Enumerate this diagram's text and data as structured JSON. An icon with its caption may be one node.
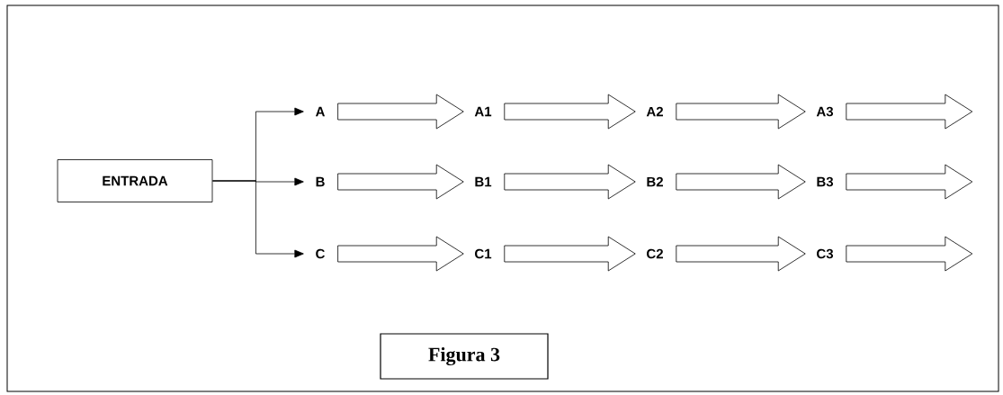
{
  "diagram": {
    "nodes": [
      {
        "text": [
          "ENTRADA"
        ]
      },
      {
        "text": [
          "A"
        ]
      },
      {
        "text": [
          "A1"
        ]
      },
      {
        "text": [
          "A2"
        ]
      },
      {
        "text": [
          "A3"
        ]
      },
      {
        "text": [
          "B"
        ]
      },
      {
        "text": [
          "B1"
        ]
      },
      {
        "text": [
          "B2"
        ]
      },
      {
        "text": [
          "B3"
        ]
      },
      {
        "text": [
          "C"
        ]
      },
      {
        "text": [
          "C1"
        ]
      },
      {
        "text": [
          "C2"
        ]
      },
      {
        "text": [
          "C3"
        ]
      },
      {
        "text": [
          "Figura 3"
        ]
      }
    ],
    "edges": [
      {
        "from": 0,
        "to": 1,
        "arrow": "to"
      },
      {
        "from": 0,
        "to": 5,
        "arrow": "to"
      },
      {
        "from": 0,
        "to": 9,
        "arrow": "to"
      },
      {
        "from": 1,
        "to": 2,
        "arrow": "to",
        "style": "thick"
      },
      {
        "from": 2,
        "to": 3,
        "arrow": "to",
        "style": "thick"
      },
      {
        "from": 3,
        "to": 4,
        "arrow": "to",
        "style": "thick"
      },
      {
        "from": 4,
        "to": null,
        "arrow": "to",
        "style": "thick"
      },
      {
        "from": 5,
        "to": 6,
        "arrow": "to",
        "style": "thick"
      },
      {
        "from": 6,
        "to": 7,
        "arrow": "to",
        "style": "thick"
      },
      {
        "from": 7,
        "to": 8,
        "arrow": "to",
        "style": "thick"
      },
      {
        "from": 8,
        "to": null,
        "arrow": "to",
        "style": "thick"
      },
      {
        "from": 9,
        "to": 10,
        "arrow": "to",
        "style": "thick"
      },
      {
        "from": 10,
        "to": 11,
        "arrow": "to",
        "style": "thick"
      },
      {
        "from": 11,
        "to": 12,
        "arrow": "to",
        "style": "thick"
      },
      {
        "from": 12,
        "to": null,
        "arrow": "to",
        "style": "thick"
      }
    ]
  }
}
